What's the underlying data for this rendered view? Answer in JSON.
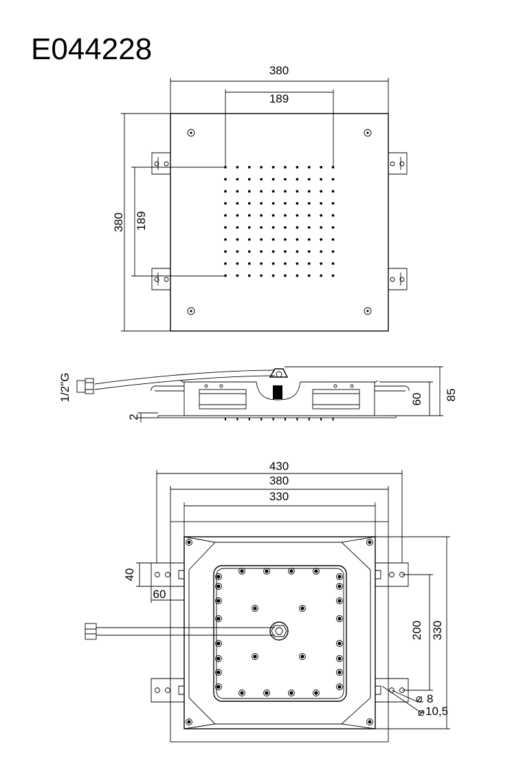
{
  "drawing": {
    "code": "E044228",
    "top_view": {
      "width": "380",
      "spacing_x": "189",
      "height": "380",
      "spacing_y": "189"
    },
    "side_view": {
      "thread": "1/2\"G",
      "gap": "2",
      "body_height": "60",
      "total_height": "85"
    },
    "bottom_view": {
      "overall": "430",
      "plate": "380",
      "box": "330",
      "bracket_height": "40",
      "bracket_width": "60",
      "hole_spacing": "200",
      "box_height": "330",
      "hole_small": "8",
      "hole_large": "10,5"
    }
  }
}
